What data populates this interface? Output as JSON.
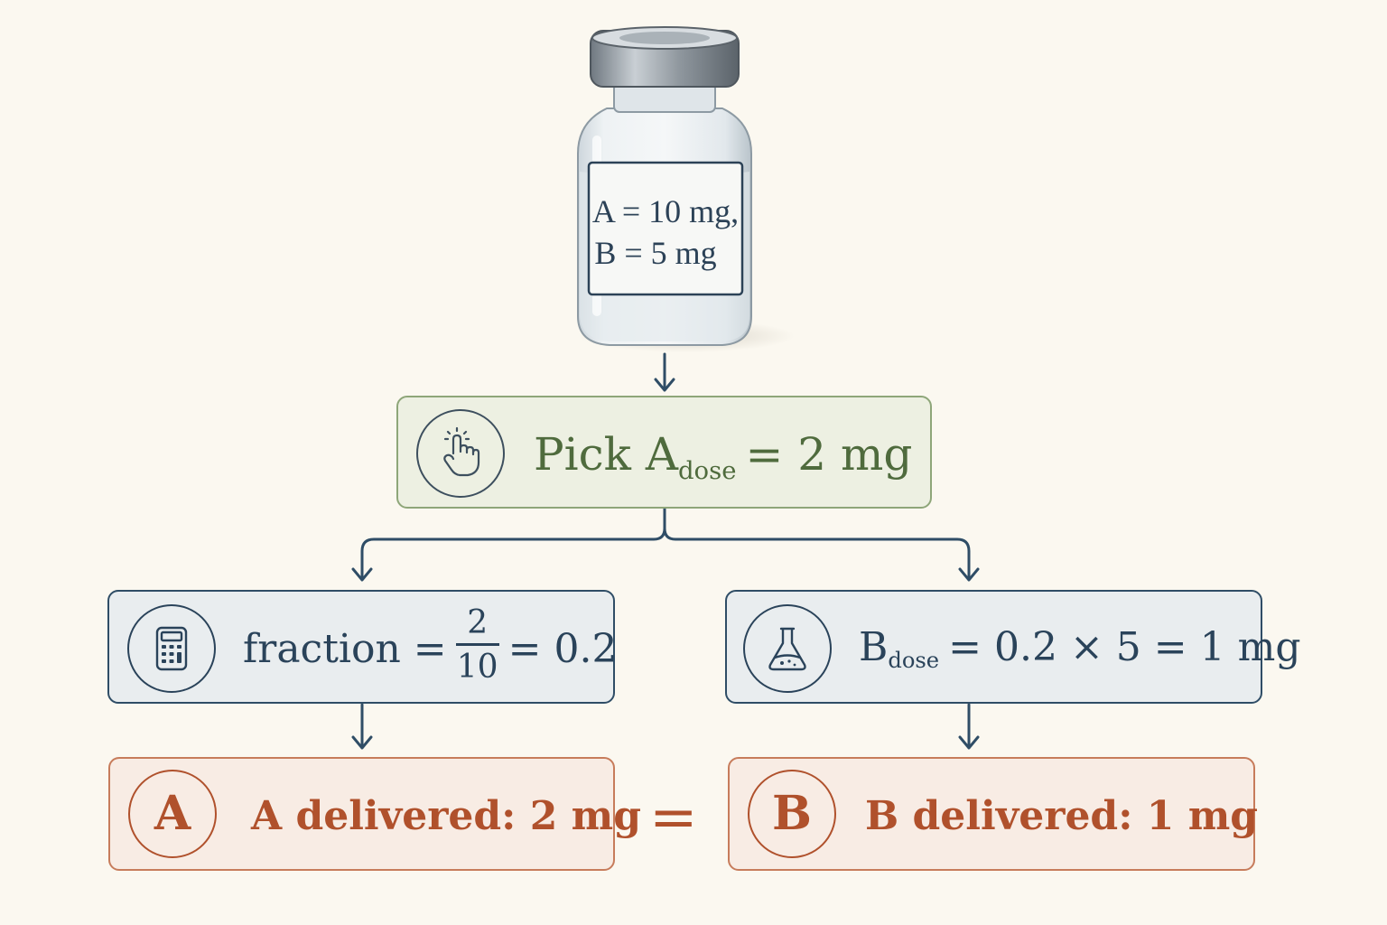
{
  "vial": {
    "label_line1": "A = 10 mg,",
    "label_line2": "B = 5 mg"
  },
  "pick": {
    "prefix": "Pick A",
    "subscript": "dose",
    "suffix": "= 2 mg",
    "icon": "tap-hand-icon"
  },
  "fraction_box": {
    "label": "fraction =",
    "numerator": "2",
    "denominator": "10",
    "result": "= 0.2",
    "icon": "calculator-icon"
  },
  "bdose_box": {
    "prefix": "B",
    "subscript": "dose",
    "expression": "= 0.2 × 5 = 1 mg",
    "icon": "flask-icon"
  },
  "result_a": {
    "badge": "A",
    "text": "A delivered: 2 mg"
  },
  "result_b": {
    "badge": "B",
    "text": "B delivered: 1 mg"
  },
  "equals_sign": "=",
  "colors": {
    "background": "#fbf8f0",
    "green_border": "#8ea679",
    "green_fill": "#edf0e2",
    "green_text": "#4f6b3d",
    "blue_border": "#2f4d66",
    "blue_fill": "#e9edef",
    "blue_text": "#2a435a",
    "orange_border": "#c77c5b",
    "orange_fill": "#f8ece4",
    "orange_text": "#b0512c"
  }
}
